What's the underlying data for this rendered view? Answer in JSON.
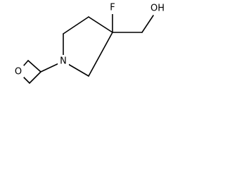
{
  "molecule": {
    "atoms": {
      "fluorine": "F",
      "hydroxyl": "OH",
      "ring_nitrogen": "N",
      "oxetane_oxygen": "O"
    }
  }
}
